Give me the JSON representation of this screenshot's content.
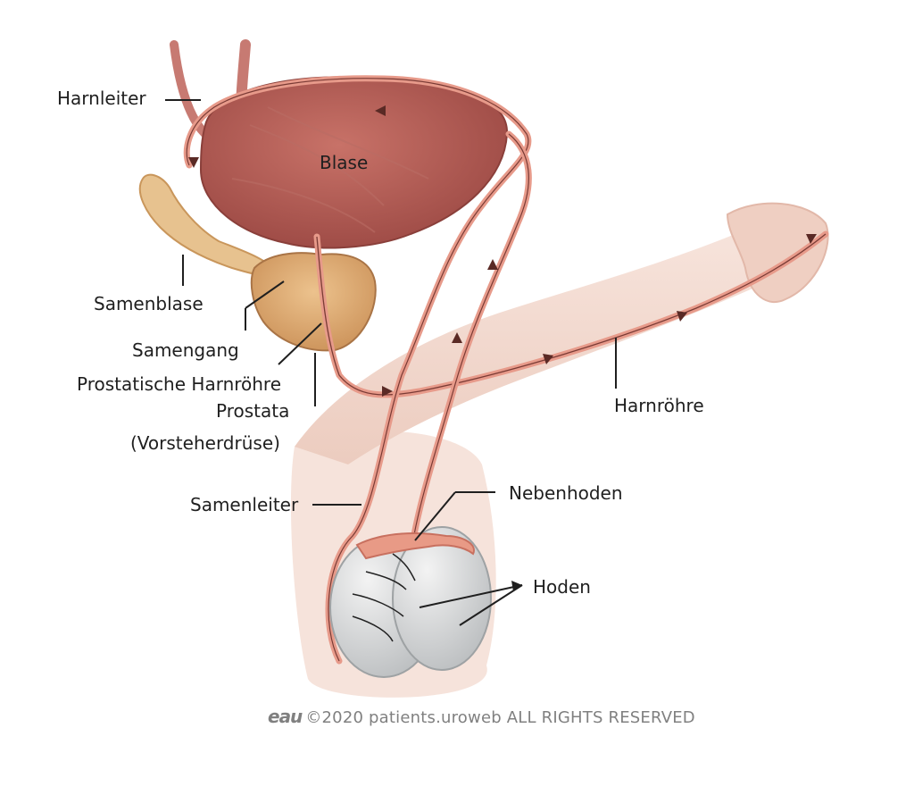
{
  "labels": {
    "harnleiter": "Harnleiter",
    "blase": "Blase",
    "samenblase": "Samenblase",
    "samengang": "Samengang",
    "prostatische_harnroehre": "Prostatische Harnröhre",
    "prostata": "Prostata",
    "vorsteherdruese": "(Vorsteherdrüse)",
    "harnroehre": "Harnröhre",
    "samenleiter": "Samenleiter",
    "nebenhoden": "Nebenhoden",
    "hoden": "Hoden"
  },
  "footer": {
    "logo": "eau",
    "copyright": "©2020 patients.uroweb ALL RIGHTS RESERVED"
  },
  "colors": {
    "bladder": "#b65f58",
    "bladder_dark": "#8f3f3a",
    "skin": "#f4dcd4",
    "skin_dark": "#e8c3b6",
    "prostate": "#e3b37a",
    "duct": "#e79a8a",
    "testis": "#d9dbdc",
    "line": "#222222"
  }
}
